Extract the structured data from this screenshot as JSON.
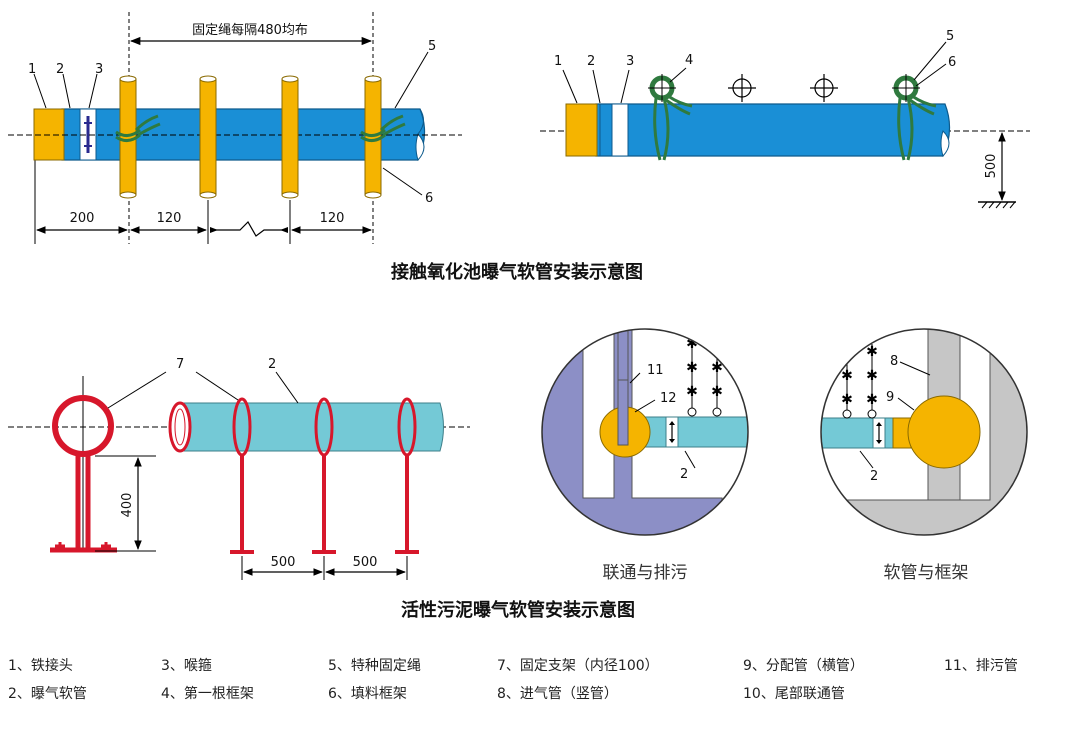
{
  "diagram1": {
    "title": "接触氧化池曝气软管安装示意图",
    "top_label": "固定绳每隔480均布",
    "dims": [
      "200",
      "120",
      "120"
    ],
    "callouts": [
      "1",
      "2",
      "3",
      "5",
      "6"
    ]
  },
  "diagram2": {
    "callouts": [
      "1",
      "2",
      "3",
      "4",
      "5",
      "6"
    ],
    "height_dim": "500"
  },
  "diagram3": {
    "title": "活性污泥曝气软管安装示意图",
    "callouts": [
      "7",
      "2"
    ],
    "height_dim": "400",
    "dims": [
      "500",
      "500"
    ]
  },
  "detail1": {
    "caption": "联通与排污",
    "callouts": [
      "11",
      "12",
      "2"
    ]
  },
  "detail2": {
    "caption": "软管与框架",
    "callouts": [
      "8",
      "9",
      "2"
    ]
  },
  "legend": [
    "1、铁接头",
    "2、曝气软管",
    "3、喉箍",
    "4、第一根框架",
    "5、特种固定绳",
    "6、填料框架",
    "7、固定支架（内径100）",
    "8、进气管（竖管）",
    "9、分配管（横管）",
    "10、尾部联通管",
    "11、排污管"
  ],
  "colors": {
    "hose_blue": "#1a8fd6",
    "frame_orange": "#f5b400",
    "cyan_hose": "#74c9d6",
    "red_support": "#d7172b",
    "purple_wall": "#8c8fc6",
    "grey_wall": "#c6c6c6",
    "rope_green": "#2f7a3f"
  }
}
